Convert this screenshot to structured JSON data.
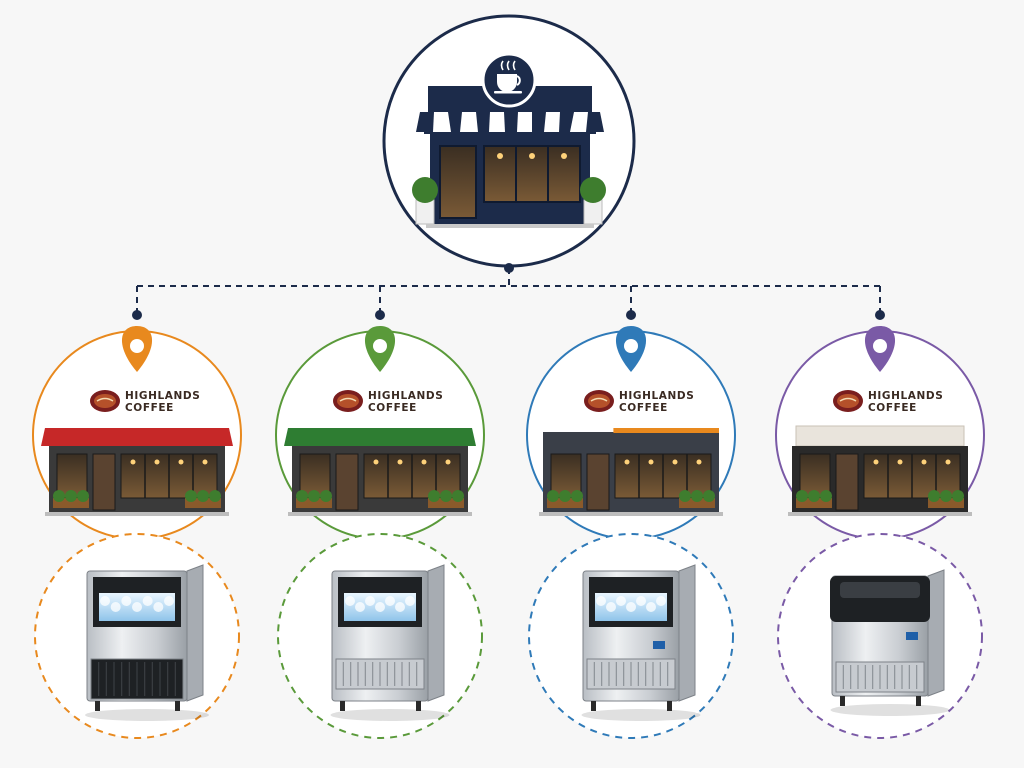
{
  "hq": {
    "icon": "coffee-cup-icon",
    "accent": "#1c2b4a"
  },
  "connector_color": "#1c2b4a",
  "branches": [
    {
      "brand_line1": "HIGHLANDS",
      "brand_line2": "COFFEE",
      "accent": "#e8891e",
      "awning_color": "#c62828",
      "pin_icon": "location-pin-icon",
      "machine": "ice-machine-black-base"
    },
    {
      "brand_line1": "HIGHLANDS",
      "brand_line2": "COFFEE",
      "accent": "#5a9a3a",
      "awning_color": "#2e7d32",
      "pin_icon": "location-pin-icon",
      "machine": "ice-machine-steel-vented"
    },
    {
      "brand_line1": "HIGHLANDS",
      "brand_line2": "COFFEE",
      "accent": "#2f7ab8",
      "awning_color": "#3a3f48",
      "pin_icon": "location-pin-icon",
      "machine": "ice-machine-steel-panel"
    },
    {
      "brand_line1": "HIGHLANDS",
      "brand_line2": "COFFEE",
      "accent": "#7a5aa6",
      "awning_color": "#e9e4dc",
      "pin_icon": "location-pin-icon",
      "machine": "ice-machine-dark-lid"
    }
  ]
}
